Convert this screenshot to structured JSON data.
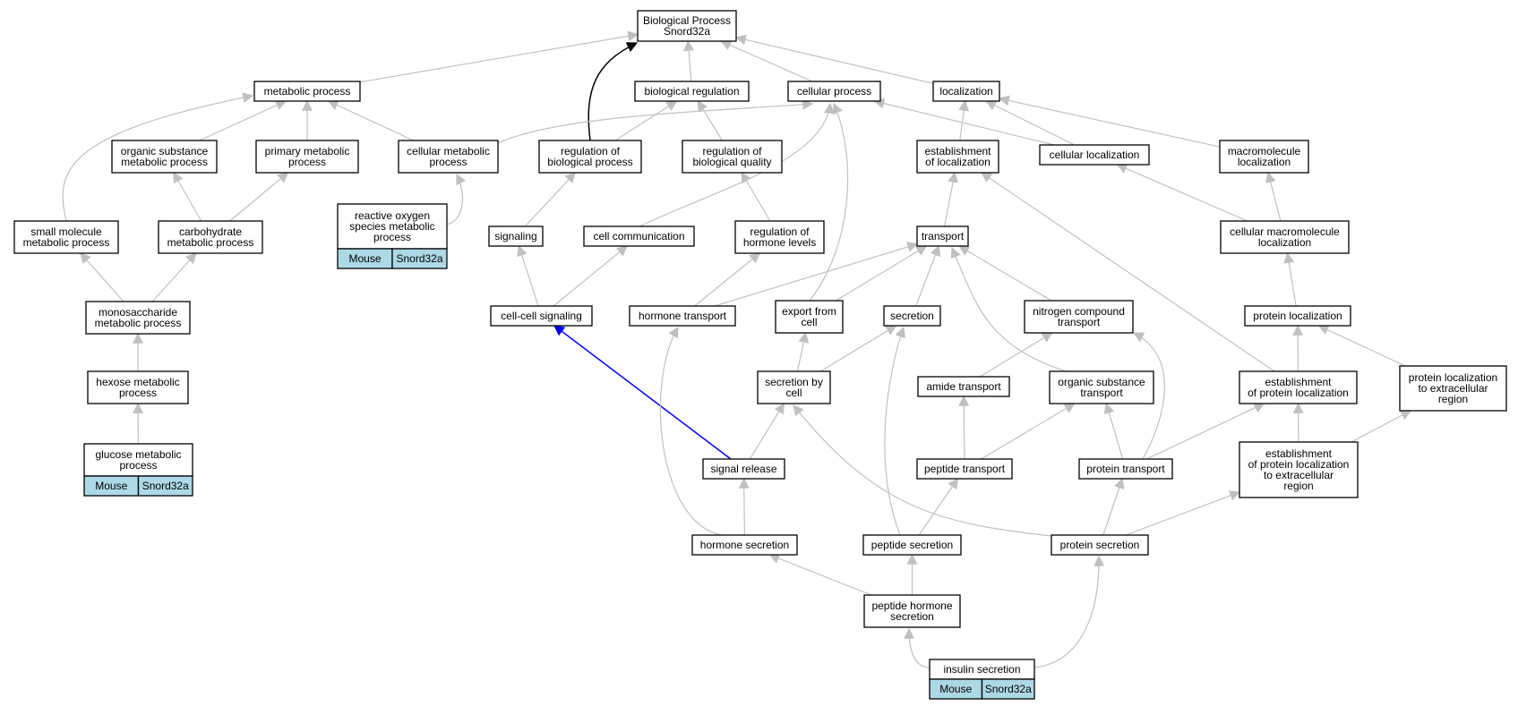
{
  "nodes": [
    {
      "id": "root",
      "lines": [
        "Biological Process",
        "Snord32a"
      ]
    },
    {
      "id": "metabolic",
      "lines": [
        "metabolic process"
      ]
    },
    {
      "id": "bioreg",
      "lines": [
        "biological regulation"
      ]
    },
    {
      "id": "cellproc",
      "lines": [
        "cellular process"
      ]
    },
    {
      "id": "localization",
      "lines": [
        "localization"
      ]
    },
    {
      "id": "orgsub",
      "lines": [
        "organic substance",
        "metabolic process"
      ]
    },
    {
      "id": "primary",
      "lines": [
        "primary metabolic",
        "process"
      ]
    },
    {
      "id": "cellmet",
      "lines": [
        "cellular metabolic",
        "process"
      ]
    },
    {
      "id": "regbio",
      "lines": [
        "regulation of",
        "biological process"
      ]
    },
    {
      "id": "regqual",
      "lines": [
        "regulation of",
        "biological quality"
      ]
    },
    {
      "id": "estloc",
      "lines": [
        "establishment",
        "of localization"
      ]
    },
    {
      "id": "cellloc",
      "lines": [
        "cellular localization"
      ]
    },
    {
      "id": "macroloc",
      "lines": [
        "macromolecule",
        "localization"
      ]
    },
    {
      "id": "smallmol",
      "lines": [
        "small molecule",
        "metabolic process"
      ]
    },
    {
      "id": "carbo",
      "lines": [
        "carbohydrate",
        "metabolic process"
      ]
    },
    {
      "id": "ros",
      "lines": [
        "reactive oxygen",
        "species metabolic",
        "process"
      ],
      "annot": [
        "Mouse",
        "Snord32a"
      ]
    },
    {
      "id": "signaling",
      "lines": [
        "signaling"
      ]
    },
    {
      "id": "cellcomm",
      "lines": [
        "cell communication"
      ]
    },
    {
      "id": "reghorm",
      "lines": [
        "regulation of",
        "hormone levels"
      ]
    },
    {
      "id": "transport",
      "lines": [
        "transport"
      ]
    },
    {
      "id": "cellmacroloc",
      "lines": [
        "cellular macromolecule",
        "localization"
      ]
    },
    {
      "id": "monosac",
      "lines": [
        "monosaccharide",
        "metabolic process"
      ]
    },
    {
      "id": "cellcell",
      "lines": [
        "cell-cell signaling"
      ]
    },
    {
      "id": "hormtrans",
      "lines": [
        "hormone transport"
      ]
    },
    {
      "id": "export",
      "lines": [
        "export from",
        "cell"
      ]
    },
    {
      "id": "secretion",
      "lines": [
        "secretion"
      ]
    },
    {
      "id": "nitrogen",
      "lines": [
        "nitrogen compound",
        "transport"
      ]
    },
    {
      "id": "protloc",
      "lines": [
        "protein localization"
      ]
    },
    {
      "id": "hexose",
      "lines": [
        "hexose metabolic",
        "process"
      ]
    },
    {
      "id": "secbycell",
      "lines": [
        "secretion by",
        "cell"
      ]
    },
    {
      "id": "amide",
      "lines": [
        "amide transport"
      ]
    },
    {
      "id": "orgsubtrans",
      "lines": [
        "organic substance",
        "transport"
      ]
    },
    {
      "id": "estprotloc",
      "lines": [
        "establishment",
        "of protein localization"
      ]
    },
    {
      "id": "protlocextra",
      "lines": [
        "protein localization",
        "to extracellular",
        "region"
      ]
    },
    {
      "id": "glucose",
      "lines": [
        "glucose metabolic",
        "process"
      ],
      "annot": [
        "Mouse",
        "Snord32a"
      ]
    },
    {
      "id": "sigrel",
      "lines": [
        "signal release"
      ]
    },
    {
      "id": "peptrans",
      "lines": [
        "peptide transport"
      ]
    },
    {
      "id": "prottrans",
      "lines": [
        "protein transport"
      ]
    },
    {
      "id": "estprotlocextra",
      "lines": [
        "establishment",
        "of protein localization",
        "to extracellular",
        "region"
      ]
    },
    {
      "id": "hormsec",
      "lines": [
        "hormone secretion"
      ]
    },
    {
      "id": "pepsec",
      "lines": [
        "peptide secretion"
      ]
    },
    {
      "id": "protsec",
      "lines": [
        "protein secretion"
      ]
    },
    {
      "id": "pephormsec",
      "lines": [
        "peptide hormone",
        "secretion"
      ]
    },
    {
      "id": "insulin",
      "lines": [
        "insulin secretion"
      ],
      "annot": [
        "Mouse",
        "Snord32a"
      ]
    }
  ],
  "edges": [
    {
      "from": "metabolic",
      "to": "root",
      "style": "gray"
    },
    {
      "from": "bioreg",
      "to": "root",
      "style": "gray"
    },
    {
      "from": "cellproc",
      "to": "root",
      "style": "gray"
    },
    {
      "from": "localization",
      "to": "root",
      "style": "gray"
    },
    {
      "from": "regbio",
      "to": "root",
      "style": "black"
    },
    {
      "from": "orgsub",
      "to": "metabolic",
      "style": "gray"
    },
    {
      "from": "primary",
      "to": "metabolic",
      "style": "gray"
    },
    {
      "from": "cellmet",
      "to": "metabolic",
      "style": "gray"
    },
    {
      "from": "smallmol",
      "to": "metabolic",
      "style": "gray"
    },
    {
      "from": "cellmet",
      "to": "cellproc",
      "style": "gray"
    },
    {
      "from": "regbio",
      "to": "bioreg",
      "style": "gray"
    },
    {
      "from": "regqual",
      "to": "bioreg",
      "style": "gray"
    },
    {
      "from": "estloc",
      "to": "localization",
      "style": "gray"
    },
    {
      "from": "cellloc",
      "to": "localization",
      "style": "gray"
    },
    {
      "from": "macroloc",
      "to": "localization",
      "style": "gray"
    },
    {
      "from": "cellloc",
      "to": "cellproc",
      "style": "gray"
    },
    {
      "from": "carbo",
      "to": "orgsub",
      "style": "gray"
    },
    {
      "from": "carbo",
      "to": "primary",
      "style": "gray"
    },
    {
      "from": "ros",
      "to": "cellmet",
      "style": "gray"
    },
    {
      "from": "signaling",
      "to": "regbio",
      "style": "gray"
    },
    {
      "from": "reghorm",
      "to": "regqual",
      "style": "gray"
    },
    {
      "from": "cellcomm",
      "to": "cellproc",
      "style": "gray"
    },
    {
      "from": "export",
      "to": "cellproc",
      "style": "gray"
    },
    {
      "from": "transport",
      "to": "estloc",
      "style": "gray"
    },
    {
      "from": "estprotloc",
      "to": "estloc",
      "style": "gray"
    },
    {
      "from": "cellmacroloc",
      "to": "cellloc",
      "style": "gray"
    },
    {
      "from": "cellmacroloc",
      "to": "macroloc",
      "style": "gray"
    },
    {
      "from": "monosac",
      "to": "smallmol",
      "style": "gray"
    },
    {
      "from": "monosac",
      "to": "carbo",
      "style": "gray"
    },
    {
      "from": "cellcell",
      "to": "signaling",
      "style": "gray"
    },
    {
      "from": "cellcell",
      "to": "cellcomm",
      "style": "gray"
    },
    {
      "from": "hormtrans",
      "to": "reghorm",
      "style": "gray"
    },
    {
      "from": "hormtrans",
      "to": "transport",
      "style": "gray"
    },
    {
      "from": "export",
      "to": "transport",
      "style": "gray"
    },
    {
      "from": "secretion",
      "to": "transport",
      "style": "gray"
    },
    {
      "from": "nitrogen",
      "to": "transport",
      "style": "gray"
    },
    {
      "from": "orgsubtrans",
      "to": "transport",
      "style": "gray"
    },
    {
      "from": "protloc",
      "to": "cellmacroloc",
      "style": "gray"
    },
    {
      "from": "hexose",
      "to": "monosac",
      "style": "gray"
    },
    {
      "from": "glucose",
      "to": "hexose",
      "style": "gray"
    },
    {
      "from": "secbycell",
      "to": "export",
      "style": "gray"
    },
    {
      "from": "secbycell",
      "to": "secretion",
      "style": "gray"
    },
    {
      "from": "amide",
      "to": "nitrogen",
      "style": "gray"
    },
    {
      "from": "estprotloc",
      "to": "protloc",
      "style": "gray"
    },
    {
      "from": "protlocextra",
      "to": "protloc",
      "style": "gray"
    },
    {
      "from": "sigrel",
      "to": "secbycell",
      "style": "gray"
    },
    {
      "from": "sigrel",
      "to": "cellcell",
      "style": "blue"
    },
    {
      "from": "peptrans",
      "to": "amide",
      "style": "gray"
    },
    {
      "from": "peptrans",
      "to": "orgsubtrans",
      "style": "gray"
    },
    {
      "from": "prottrans",
      "to": "orgsubtrans",
      "style": "gray"
    },
    {
      "from": "prottrans",
      "to": "nitrogen",
      "style": "gray"
    },
    {
      "from": "prottrans",
      "to": "estprotloc",
      "style": "gray"
    },
    {
      "from": "estprotlocextra",
      "to": "estprotloc",
      "style": "gray"
    },
    {
      "from": "estprotlocextra",
      "to": "protlocextra",
      "style": "gray"
    },
    {
      "from": "hormsec",
      "to": "sigrel",
      "style": "gray"
    },
    {
      "from": "hormsec",
      "to": "hormtrans",
      "style": "gray"
    },
    {
      "from": "pepsec",
      "to": "peptrans",
      "style": "gray"
    },
    {
      "from": "pepsec",
      "to": "secretion",
      "style": "gray"
    },
    {
      "from": "protsec",
      "to": "prottrans",
      "style": "gray"
    },
    {
      "from": "protsec",
      "to": "estprotlocextra",
      "style": "gray"
    },
    {
      "from": "protsec",
      "to": "secbycell",
      "style": "gray"
    },
    {
      "from": "pephormsec",
      "to": "hormsec",
      "style": "gray"
    },
    {
      "from": "pephormsec",
      "to": "pepsec",
      "style": "gray"
    },
    {
      "from": "insulin",
      "to": "pephormsec",
      "style": "gray"
    },
    {
      "from": "insulin",
      "to": "protsec",
      "style": "gray"
    }
  ]
}
